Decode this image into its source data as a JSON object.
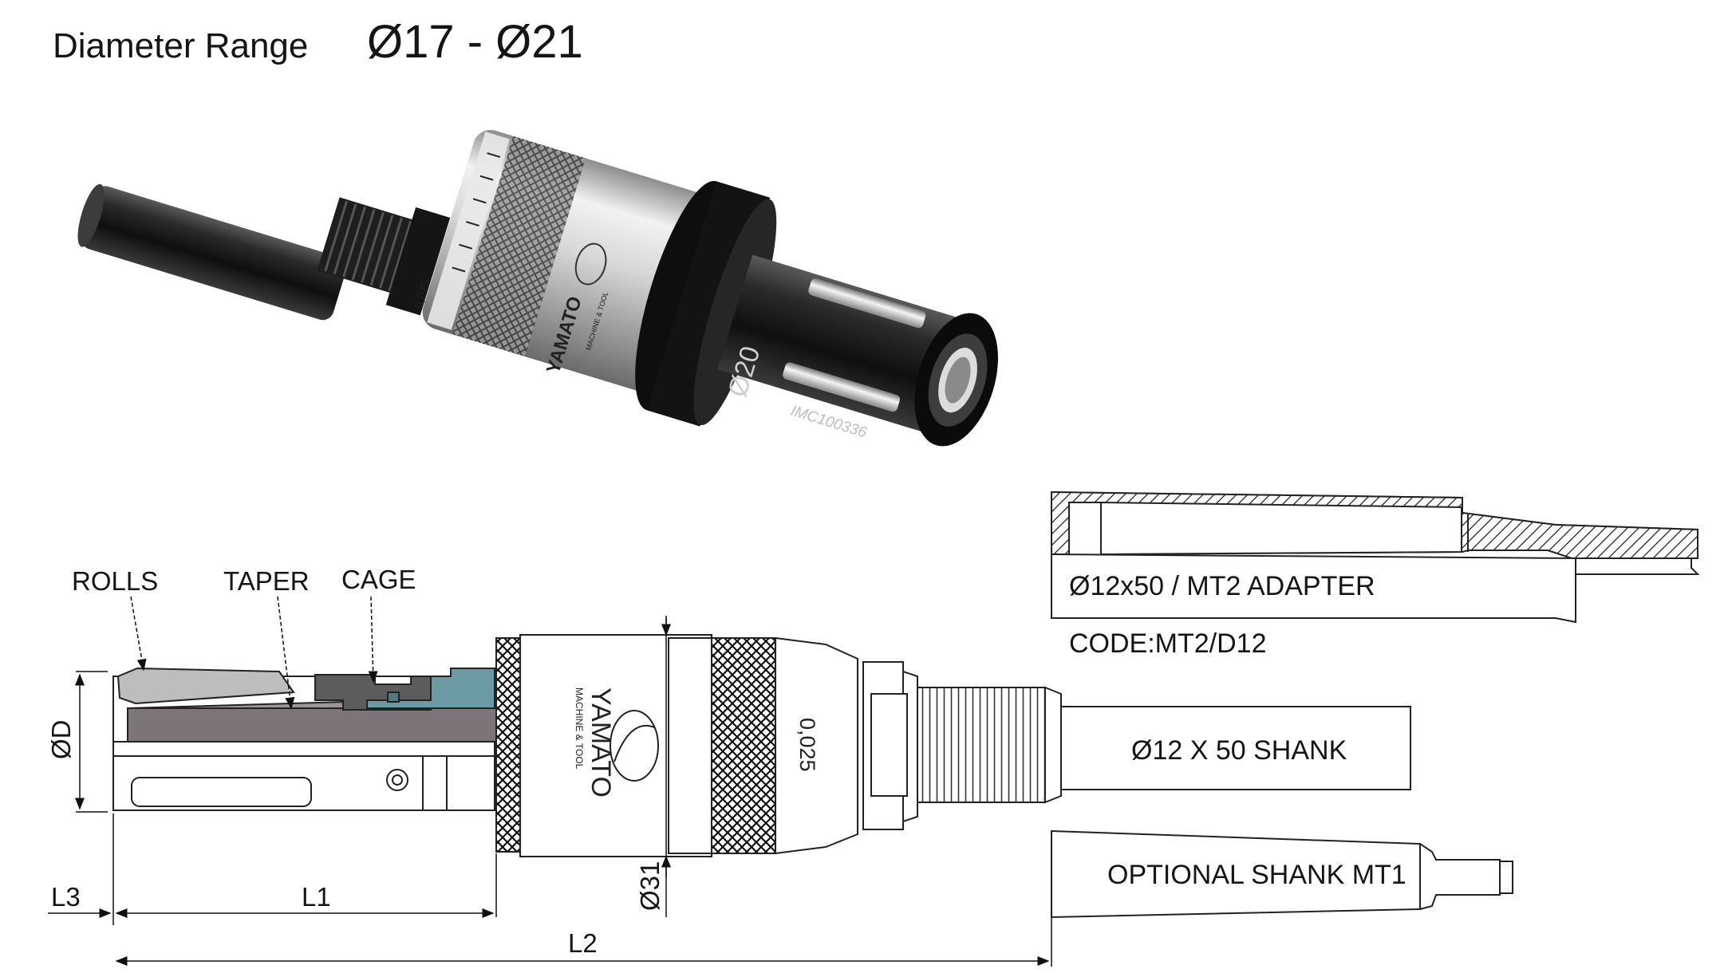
{
  "header": {
    "title": "Diameter Range",
    "range": "Ø17 - Ø21"
  },
  "product": {
    "diameter_mark": "Ø20",
    "code": "IMC100336",
    "scale": "0,025",
    "brand": "YAMATO",
    "brand_sub": "MACHINE & TOOL"
  },
  "callouts": {
    "rolls": "ROLLS",
    "taper": "TAPER",
    "cage": "CAGE"
  },
  "dimensions": {
    "d": "ØD",
    "d31": "Ø31",
    "l1": "L1",
    "l2": "L2",
    "l3": "L3"
  },
  "shanks": {
    "straight": "Ø12 X 50 SHANK",
    "optional": "OPTIONAL SHANK MT1",
    "adapter": "Ø12x50 / MT2 ADAPTER",
    "adapter_code": "CODE:MT2/D12"
  },
  "colors": {
    "taper_fill": "#7d747a",
    "cage_fill": "#6a9aa3",
    "tool_black": "#1c1c1c",
    "steel": "#c9c9c9"
  }
}
